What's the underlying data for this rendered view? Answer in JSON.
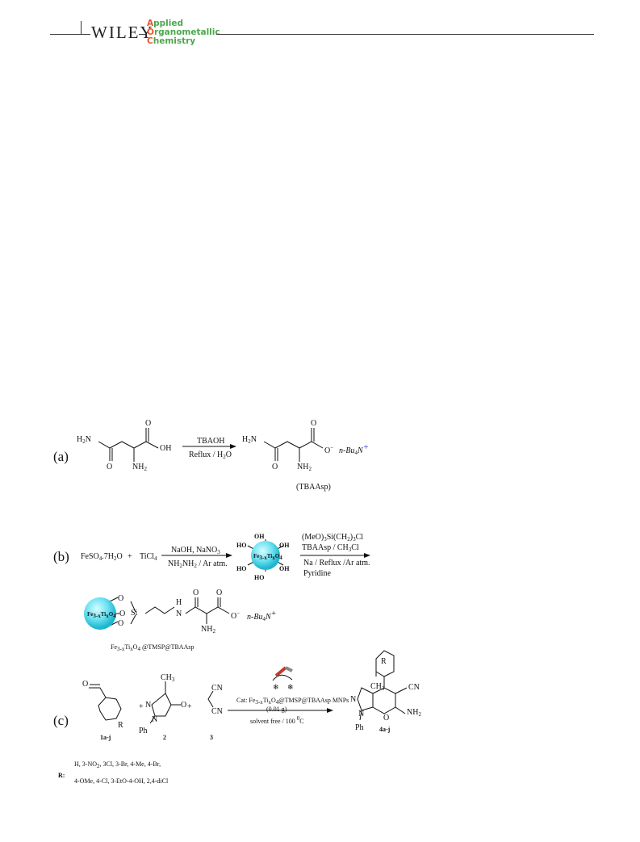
{
  "header": {
    "publisher": "WILEY",
    "journal_line1_cap": "A",
    "journal_line1_rest": "pplied",
    "journal_line2_cap": "O",
    "journal_line2_rest": "rganometallic",
    "journal_line3_cap": "C",
    "journal_line3_rest": "hemistry"
  },
  "scheme": {
    "a": {
      "label": "(a)",
      "reagent": "TBAOH",
      "conditions": "Reflux / H",
      "product_name": "(TBAAsp)",
      "counterion": "n-Bu"
    },
    "b": {
      "label": "(b)",
      "start1": "FeSO",
      "start1_rest": ".7H",
      "start2": "TiCl",
      "reagent1": "NaOH, NaNO",
      "reagent2": "NH",
      "reagent2_rest": "/ Ar atm.",
      "step2_r1": "(MeO)",
      "step2_r1_rest": "Si(CH",
      "step2_r2": "TBAAsp / CH",
      "step2_r3": "Na / Reflux /Ar atm.",
      "step2_r4": "Pyridine",
      "core": "Fe",
      "product_name": "Fe",
      "product_rest": "@TMSP@TBAAsp"
    },
    "c": {
      "label": "(c)",
      "cmpd1": "1a-j",
      "cmpd2": "2",
      "cmpd3": "3",
      "product": "4a-j",
      "catalyst": "Cat: Fe",
      "catalyst_rest": "@TMSP@TBAAsp  MNPs",
      "amount": "(0.01 g)",
      "conditions": "solvent free / 100",
      "r_label": "R:",
      "r_list1": "H, 3-NO",
      "r_list1_rest": ", 3Cl, 3-Br, 4-Me, 4-Br,",
      "r_list2": "4-OMe, 4-Cl, 3-EtO-4-OH, 2,4-diCl"
    }
  }
}
